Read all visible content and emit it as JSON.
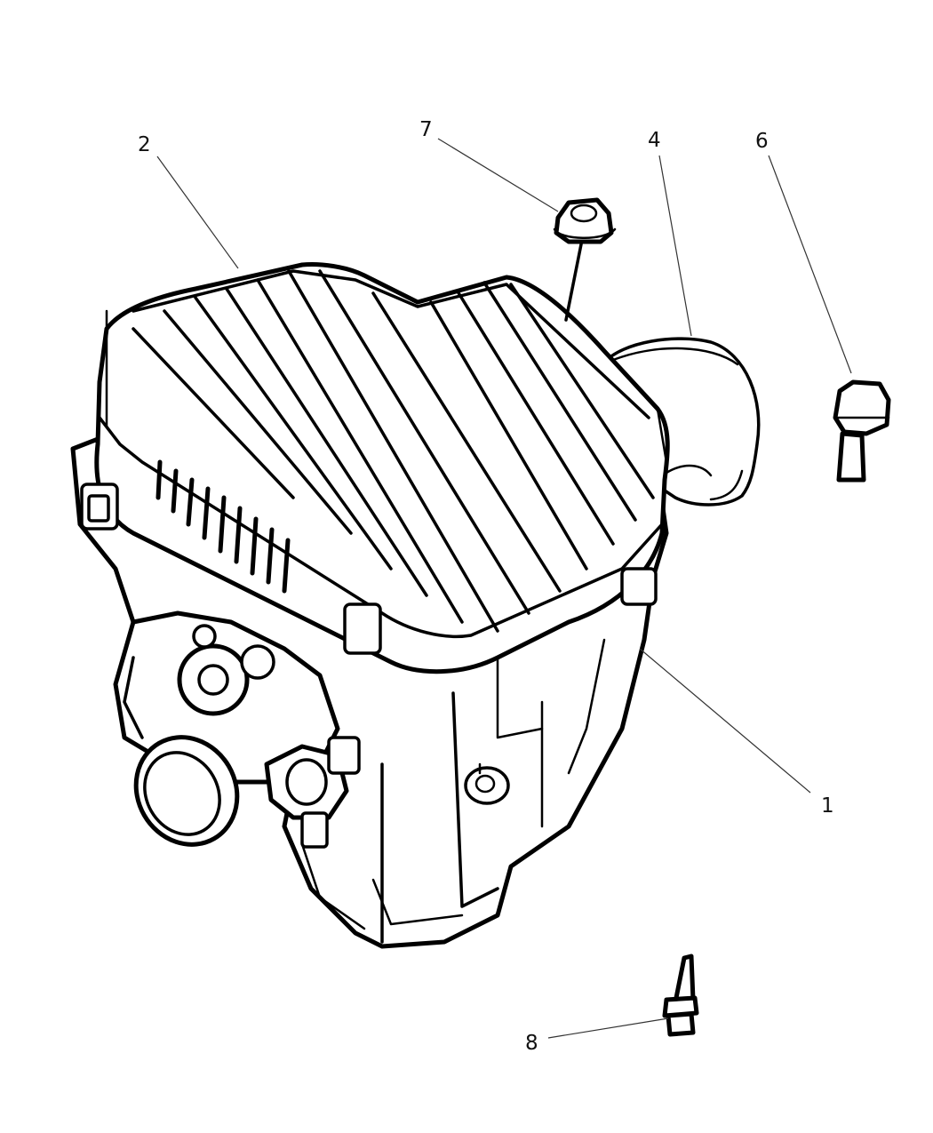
{
  "diagram": {
    "callouts": {
      "c1": "1",
      "c2": "2",
      "c4": "4",
      "c6": "6",
      "c7": "7",
      "c8": "8"
    }
  }
}
